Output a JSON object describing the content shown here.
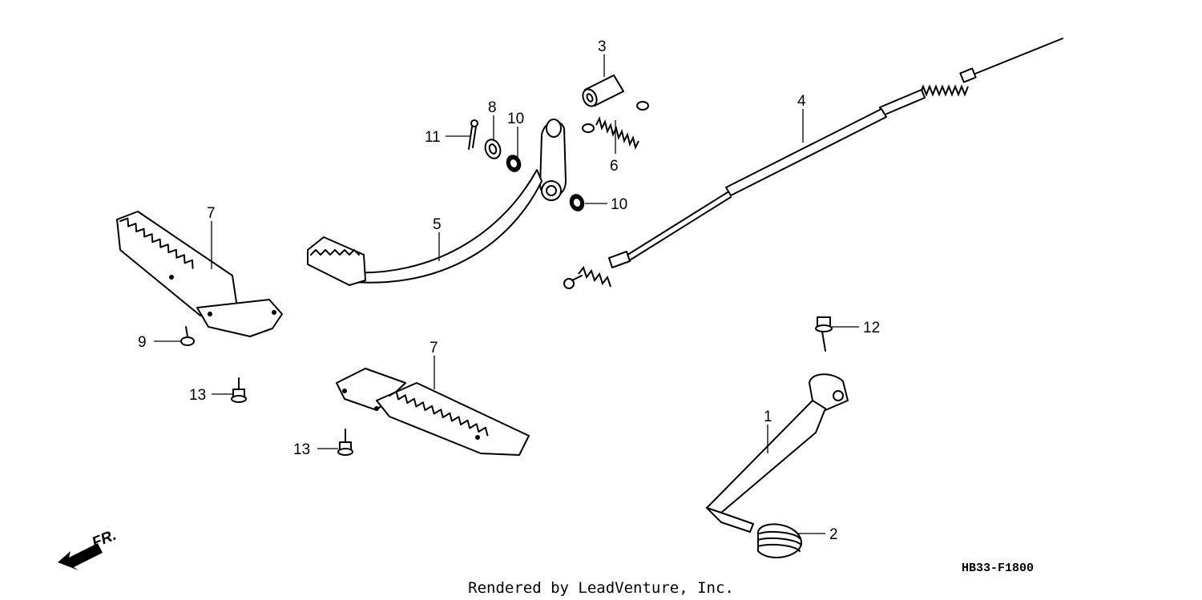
{
  "callouts": {
    "p1": "1",
    "p2": "2",
    "p3": "3",
    "p4": "4",
    "p5": "5",
    "p6": "6",
    "p7a": "7",
    "p7b": "7",
    "p8": "8",
    "p9": "9",
    "p10a": "10",
    "p10b": "10",
    "p11": "11",
    "p12": "12",
    "p13a": "13",
    "p13b": "13"
  },
  "direction_label": "FR.",
  "diagram_code": "HB33-F1800",
  "credit": "Rendered by LeadVenture, Inc."
}
